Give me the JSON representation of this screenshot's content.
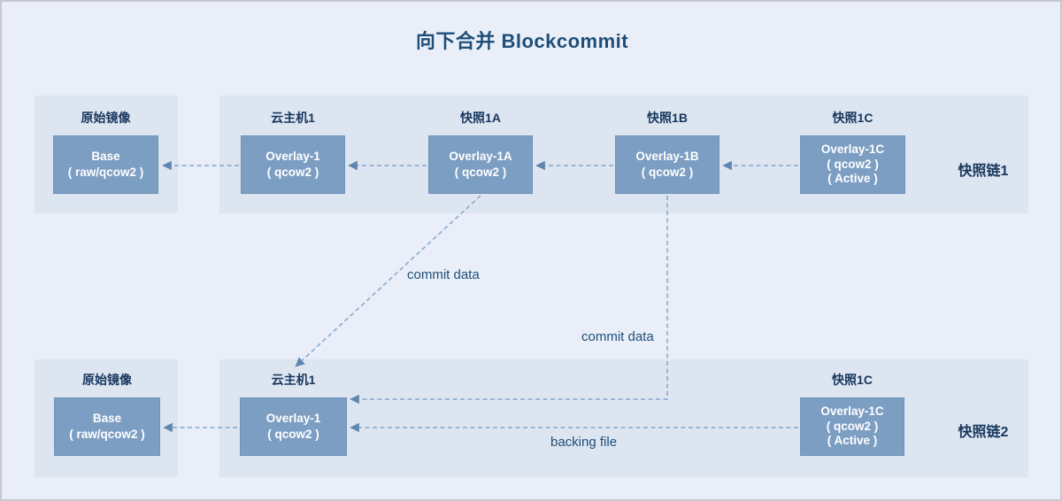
{
  "title": "向下合并 Blockcommit",
  "chain1": {
    "tag": "快照链1",
    "base": {
      "label": "原始镜像",
      "line1": "Base",
      "line2": "( raw/qcow2 )"
    },
    "nodes": [
      {
        "label": "云主机1",
        "line1": "Overlay-1",
        "line2": "( qcow2 )"
      },
      {
        "label": "快照1A",
        "line1": "Overlay-1A",
        "line2": "( qcow2 )"
      },
      {
        "label": "快照1B",
        "line1": "Overlay-1B",
        "line2": "( qcow2 )"
      },
      {
        "label": "快照1C",
        "line1": "Overlay-1C",
        "line2": "( qcow2 )",
        "line3": "( Active )"
      }
    ]
  },
  "chain2": {
    "tag": "快照链2",
    "base": {
      "label": "原始镜像",
      "line1": "Base",
      "line2": "( raw/qcow2 )"
    },
    "nodes": [
      {
        "label": "云主机1",
        "line1": "Overlay-1",
        "line2": "( qcow2 )"
      },
      {
        "label": "快照1C",
        "line1": "Overlay-1C",
        "line2": "( qcow2 )",
        "line3": "( Active )"
      }
    ]
  },
  "labels": {
    "commit_data_top": "commit data",
    "commit_data_right": "commit data",
    "backing_file": "backing file"
  },
  "colors": {
    "background": "#e9eef8",
    "panel": "#dde5f1",
    "node_fill": "#7d9ec3",
    "node_border": "#6e93ba",
    "node_text": "#ffffff",
    "heading": "#1f4e79",
    "label": "#17375d",
    "arrow": "#84a7cb",
    "arrow_head": "#5e87b0"
  }
}
